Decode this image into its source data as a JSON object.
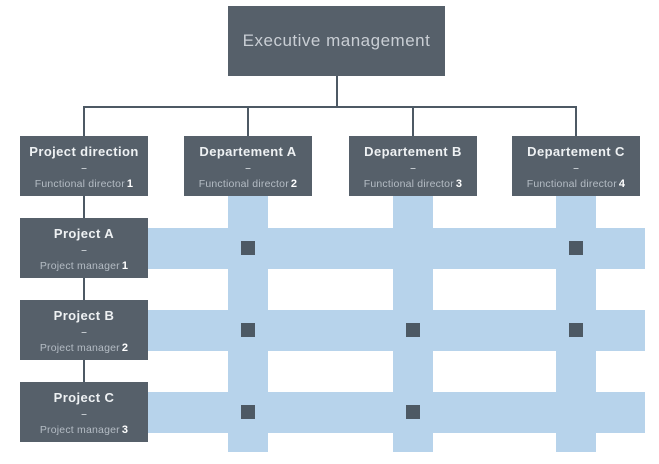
{
  "exec": {
    "label": "Executive management"
  },
  "dash": "–",
  "functional_units": [
    {
      "title": "Project direction",
      "role": "Functional director",
      "number": "1"
    },
    {
      "title": "Departement A",
      "role": "Functional director",
      "number": "2"
    },
    {
      "title": "Departement B",
      "role": "Functional director",
      "number": "3"
    },
    {
      "title": "Departement C",
      "role": "Functional director",
      "number": "4"
    }
  ],
  "projects": [
    {
      "title": "Project A",
      "role": "Project manager",
      "number": "1"
    },
    {
      "title": "Project B",
      "role": "Project manager",
      "number": "2"
    },
    {
      "title": "Project C",
      "role": "Project manager",
      "number": "3"
    }
  ],
  "matrix": {
    "assignments": [
      {
        "project": "Project A",
        "departments": [
          "Departement A",
          "Departement C"
        ]
      },
      {
        "project": "Project B",
        "departments": [
          "Departement A",
          "Departement B",
          "Departement C"
        ]
      },
      {
        "project": "Project C",
        "departments": [
          "Departement A",
          "Departement B"
        ]
      }
    ]
  },
  "colors": {
    "box_fill": "#56606a",
    "band": "#b7d3eb",
    "marker": "#4d5964",
    "connector": "#4d5964"
  }
}
